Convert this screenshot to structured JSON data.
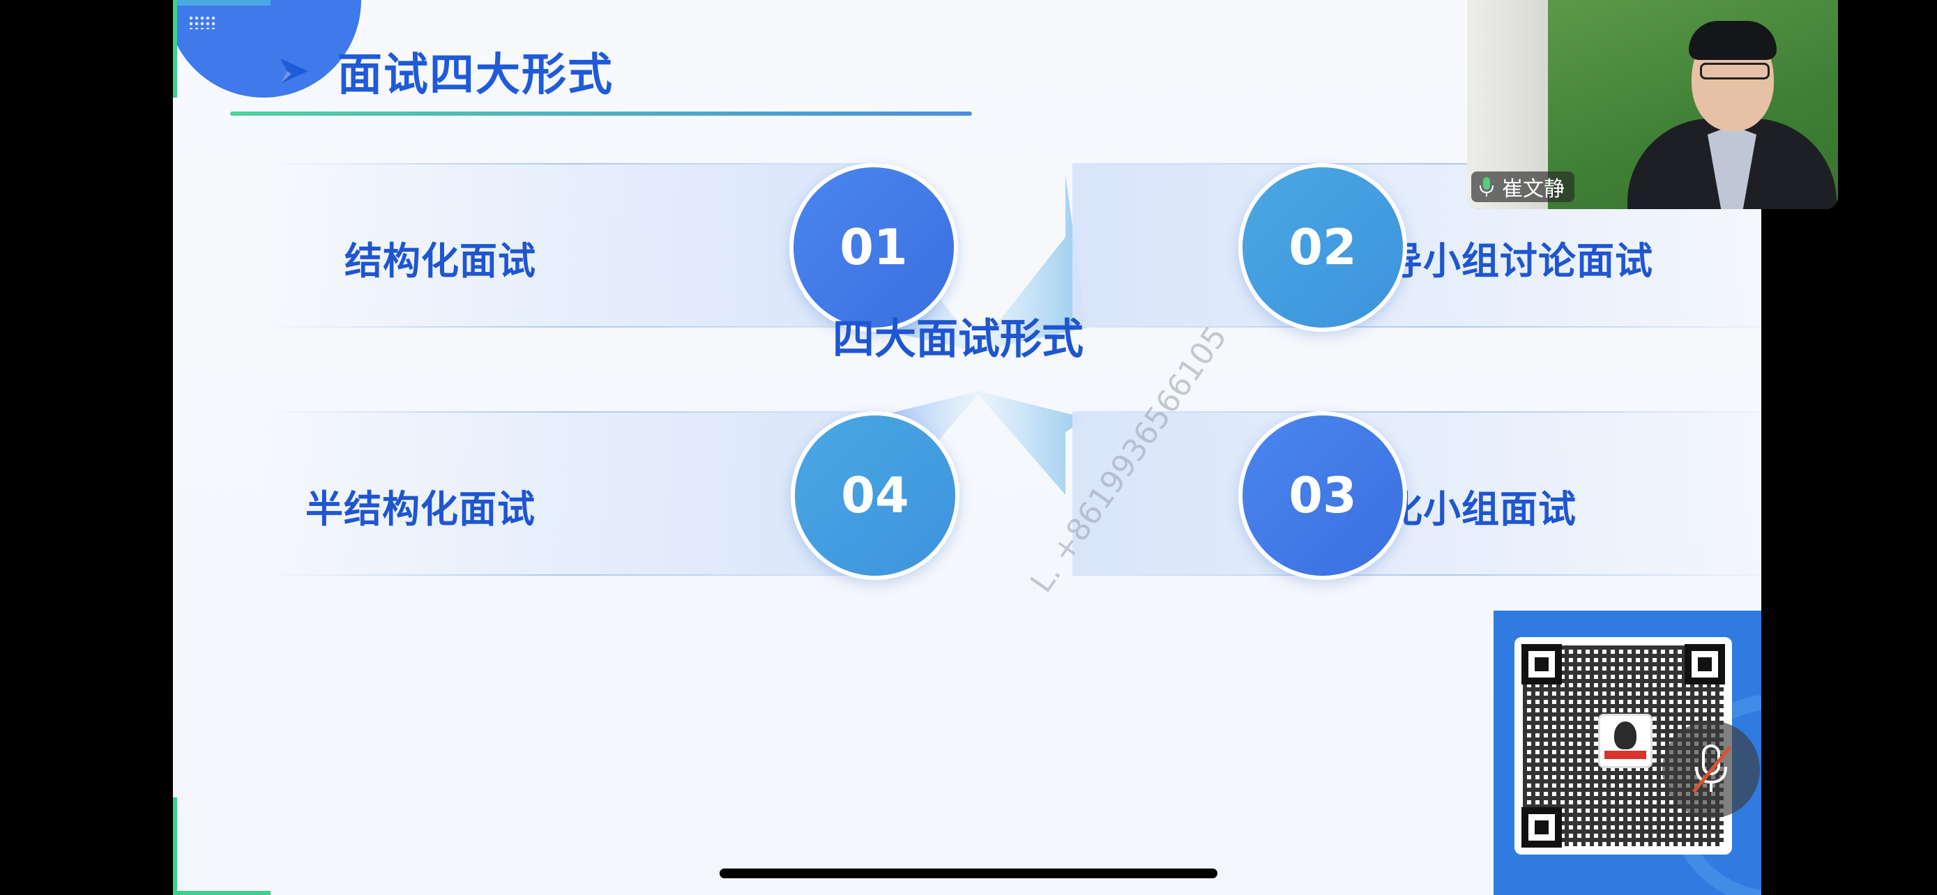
{
  "slide": {
    "title": "面试四大形式",
    "center_label": "四大面试形式",
    "watermark": "L. +8619936566105",
    "items": [
      {
        "number": "01",
        "label": "结构化面试"
      },
      {
        "number": "02",
        "label": "无领导小组讨论面试"
      },
      {
        "number": "03",
        "label": "结构化小组面试"
      },
      {
        "number": "04",
        "label": "半结构化面试"
      }
    ]
  },
  "video": {
    "participant_name": "崔文静"
  },
  "colors": {
    "accent_blue": "#1f56d0",
    "circle_blue": "#4a86ee",
    "circle_cyan": "#4aa7e4",
    "green_accent": "#3fcf8e",
    "qr_card_bg": "#2f7be0"
  },
  "icons": {
    "title_arrow": "play-arrow-icon",
    "mic": "microphone-icon",
    "mute": "mute-microphone-icon"
  }
}
